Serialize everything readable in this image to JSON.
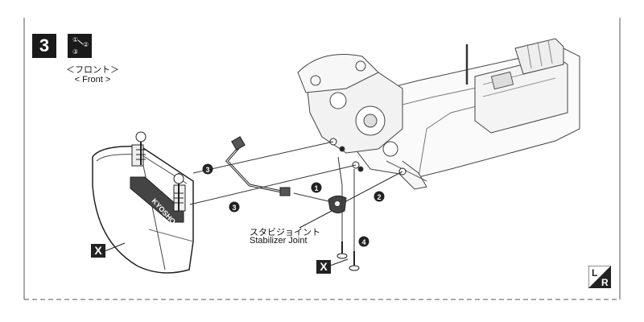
{
  "step": {
    "number": "3",
    "order_icon": "numbered-sequence-icon",
    "order_icon_marks": [
      "①",
      "②",
      "③"
    ]
  },
  "view_label": {
    "japanese": "＜フロント＞",
    "english": "< Front >"
  },
  "callouts": {
    "stabilizer_joint_jp": "スタビジョイント",
    "stabilizer_joint_en": "Stabilizer Joint",
    "x_mark": "X",
    "lr_badge": "L/R",
    "lr_top": "L",
    "lr_bottom": "R"
  },
  "step_markers": [
    "1",
    "2",
    "3",
    "3",
    "4"
  ],
  "parts": {
    "bumper_brand": "KYOSHO"
  },
  "colors": {
    "ink": "#1a1a1a",
    "line": "#333333",
    "light_line": "#888888",
    "dashed_border": "#555555"
  }
}
